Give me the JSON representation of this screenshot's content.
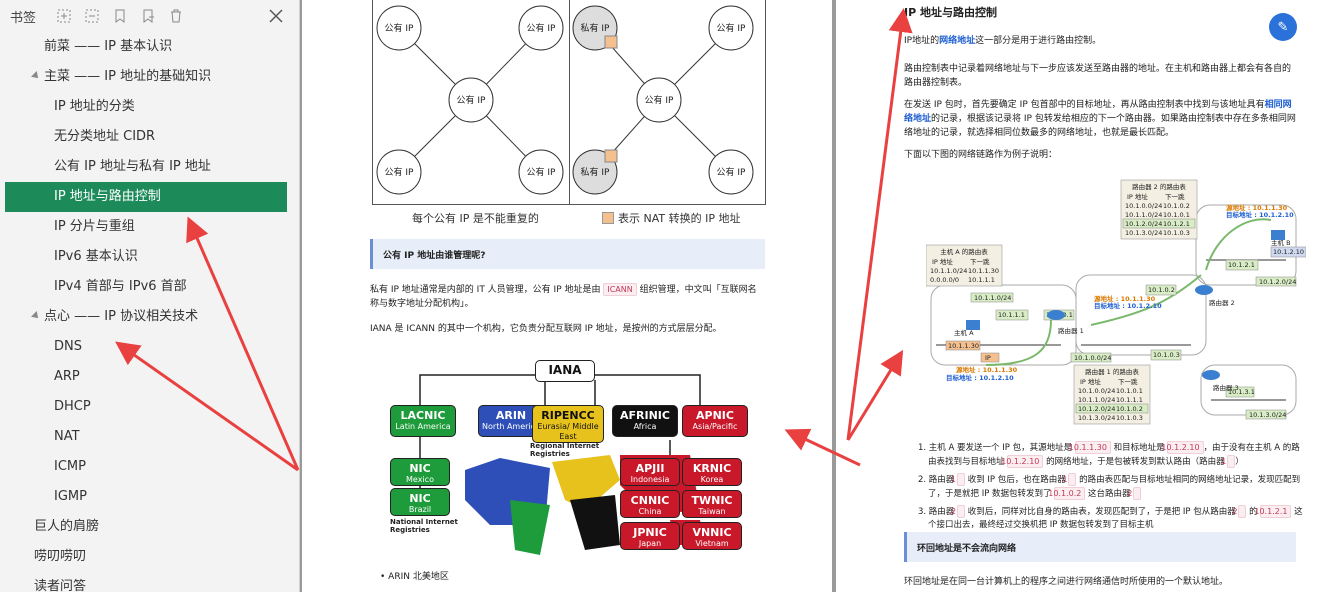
{
  "sidebar": {
    "title": "书签",
    "items": [
      {
        "label": "前菜 —— IP 基本认识",
        "level": 1
      },
      {
        "label": "主菜 —— IP 地址的基础知识",
        "level": 1
      },
      {
        "label": "IP 地址的分类",
        "level": 2
      },
      {
        "label": "无分类地址 CIDR",
        "level": 2
      },
      {
        "label": "公有 IP 地址与私有 IP 地址",
        "level": 2
      },
      {
        "label": "IP 地址与路由控制",
        "level": 2
      },
      {
        "label": "IP 分片与重组",
        "level": 2
      },
      {
        "label": "IPv6 基本认识",
        "level": 2
      },
      {
        "label": "IPv4 首部与 IPv6 首部",
        "level": 2
      },
      {
        "label": "点心 —— IP 协议相关技术",
        "level": 1
      },
      {
        "label": "DNS",
        "level": 2
      },
      {
        "label": "ARP",
        "level": 2
      },
      {
        "label": "DHCP",
        "level": 2
      },
      {
        "label": "NAT",
        "level": 2
      },
      {
        "label": "ICMP",
        "level": 2
      },
      {
        "label": "IGMP",
        "level": 2
      },
      {
        "label": "巨人的肩膀",
        "level": 0
      },
      {
        "label": "唠叨唠叨",
        "level": 0
      },
      {
        "label": "读者问答",
        "level": 0
      }
    ]
  },
  "left_page": {
    "fig_nodes": {
      "public_ip": "公有 IP",
      "private_ip": "私有 IP"
    },
    "caption_left": "每个公有 IP 是不能重复的",
    "caption_right": "表示 NAT 转换的 IP 地址",
    "callout": "公有 IP 地址由谁管理呢?",
    "para1_a": "私有 IP 地址通常是内部的 IT 人员管理，公有 IP 地址是由",
    "para1_tag": "ICANN",
    "para1_b": "组织管理，中文叫「互联网名称与数字地址分配机构」。",
    "para2": "IANA 是 ICANN 的其中一个机构，它负责分配互联网 IP 地址，是按州的方式层层分配。",
    "iana": {
      "top": "IANA",
      "regions": [
        {
          "name": "LACNIC",
          "sub": "Latin America"
        },
        {
          "name": "ARIN",
          "sub": "North America"
        },
        {
          "name": "RIPENCC",
          "sub": "Eurasia/ Middle East"
        },
        {
          "name": "AFRINIC",
          "sub": "Africa"
        },
        {
          "name": "APNIC",
          "sub": "Asia/Pacific"
        }
      ],
      "national": [
        {
          "name": "NIC",
          "sub": "Mexico"
        },
        {
          "name": "NIC",
          "sub": "Brazil"
        },
        {
          "name": "APJII",
          "sub": "Indonesia"
        },
        {
          "name": "KRNIC",
          "sub": "Korea"
        },
        {
          "name": "CNNIC",
          "sub": "China"
        },
        {
          "name": "TWNIC",
          "sub": "Taiwan"
        },
        {
          "name": "JPNIC",
          "sub": "Japan"
        },
        {
          "name": "VNNIC",
          "sub": "Vietnam"
        }
      ],
      "regional_label": "Regional Internet Registries",
      "national_label": "National Internet Registries"
    },
    "bullet": "ARIN 北美地区"
  },
  "right_page": {
    "title": "IP 地址与路由控制",
    "p1_a": "IP地址的",
    "p1_link": "网络地址",
    "p1_b": "这一部分是用于进行路由控制。",
    "p2": "路由控制表中记录着网络地址与下一步应该发送至路由器的地址。在主机和路由器上都会有各自的路由器控制表。",
    "p3_a": "在发送 IP 包时，首先要确定 IP 包首部中的目标地址，再从路由控制表中找到与该地址具有",
    "p3_link": "相同网络地址",
    "p3_b": "的记录，根据该记录将 IP 包转发给相应的下一个路由器。如果路由控制表中存在多条相同网络地址的记录，就选择相同位数最多的网络地址，也就是最长匹配。",
    "p4": "下面以下图的网络链路作为例子说明：",
    "net": {
      "host_a_table": "主机 A 的路由表",
      "router1_table": "路由器 1 的路由表",
      "router2_table": "路由器 2 的路由表",
      "col_ip": "IP 地址",
      "col_next": "下一跳",
      "host_a_rows": [
        [
          "10.1.1.0/24",
          "10.1.1.30"
        ],
        [
          "0.0.0.0/0",
          "10.1.1.1"
        ]
      ],
      "router1_rows": [
        [
          "10.1.0.0/24",
          "10.1.0.1"
        ],
        [
          "10.1.1.0/24",
          "10.1.1.1"
        ],
        [
          "10.1.2.0/24",
          "10.1.0.2"
        ],
        [
          "10.1.3.0/24",
          "10.1.0.3"
        ]
      ],
      "router2_rows": [
        [
          "10.1.0.0/24",
          "10.1.0.2"
        ],
        [
          "10.1.1.0/24",
          "10.1.0.1"
        ],
        [
          "10.1.2.0/24",
          "10.1.2.1"
        ],
        [
          "10.1.3.0/24",
          "10.1.0.3"
        ]
      ],
      "host_a": "主机 A",
      "host_b": "主机 B",
      "router1": "路由器 1",
      "router2": "路由器 2",
      "router3": "路由器 3",
      "src_label": "源地址",
      "dst_label": "目标地址",
      "src_ip": "10.1.1.30",
      "dst_ip": "10.1.2.10",
      "addr": {
        "a_net": "10.1.1.0/24",
        "a_ip": "10.1.1.30",
        "r1_a": "10.1.1.1",
        "r1_b": "10.1.0.1",
        "mid_net": "10.1.0.0/24",
        "r2_a": "10.1.0.2",
        "r2_b": "10.1.2.1",
        "b_ip": "10.1.2.10",
        "b_net": "10.1.2.0/24",
        "r3_a": "10.1.0.3",
        "r3_b": "10.1.3.1",
        "r3_net": "10.1.3.0/24",
        "ip_tag": "IP"
      }
    },
    "steps": [
      {
        "parts": [
          "1. 主机 A 要发送一个 IP 包，其源地址是 ",
          "#10.1.1.30",
          " 和目标地址是 ",
          "#10.1.2.10",
          "，由于没有在主机 A 的路由表找到与目标地址 ",
          "#10.1.2.10",
          " 的网络地址，于是包被转发到默认路由（路由器 ",
          "#1",
          "）"
        ]
      },
      {
        "parts": [
          "2. 路由器 ",
          "#1",
          " 收到 IP 包后，也在路由器 ",
          "#1",
          " 的路由表匹配与目标地址相同的网络地址记录，发现匹配到了，于是就把 IP 数据包转发到了 ",
          "#10.1.0.2",
          " 这台路由器 ",
          "#2"
        ]
      },
      {
        "parts": [
          "3. 路由器 ",
          "#2",
          " 收到后，同样对比自身的路由表，发现匹配到了，于是把 IP 包从路由器 ",
          "#2",
          " 的 ",
          "#10.1.2.1",
          " 这个接口出去，最终经过交换机把 IP 数据包转发到了目标主机"
        ]
      }
    ],
    "callout": "环回地址是不会流向网络",
    "last_para": "环回地址是在同一台计算机上的程序之间进行网络通信时所使用的一个默认地址。",
    "badge": "✎"
  }
}
